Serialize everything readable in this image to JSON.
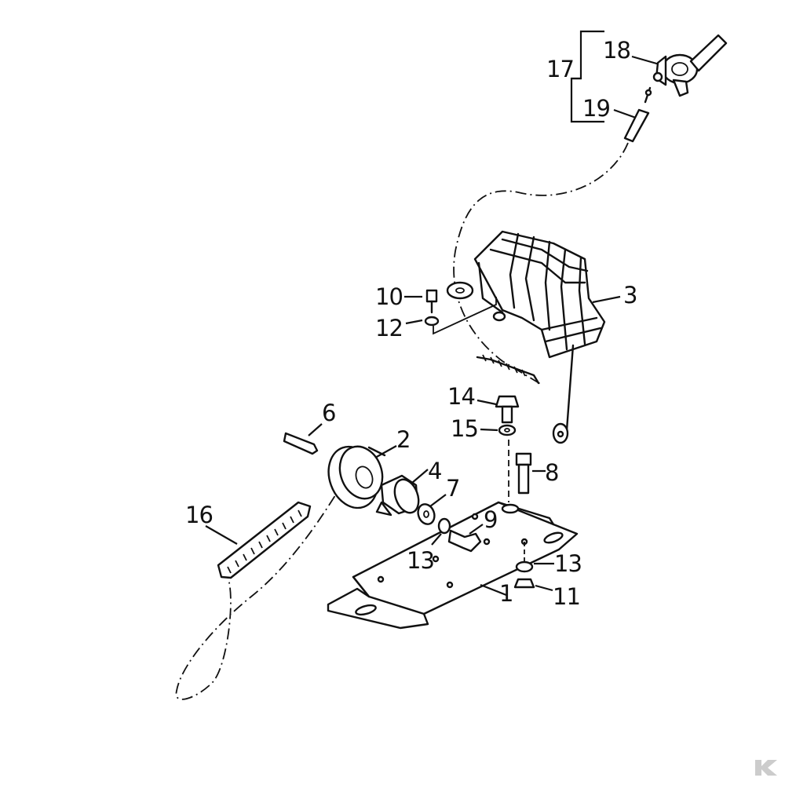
{
  "callouts": {
    "c1": "1",
    "c2": "2",
    "c3": "3",
    "c4": "4",
    "c6": "6",
    "c7": "7",
    "c8": "8",
    "c9": "9",
    "c10": "10",
    "c11": "11",
    "c12": "12",
    "c13a": "13",
    "c13b": "13",
    "c14": "14",
    "c15": "15",
    "c16": "16",
    "c17": "17",
    "c18": "18",
    "c19": "19"
  },
  "logo": {
    "letter": "K",
    "color": "#cccccc"
  }
}
